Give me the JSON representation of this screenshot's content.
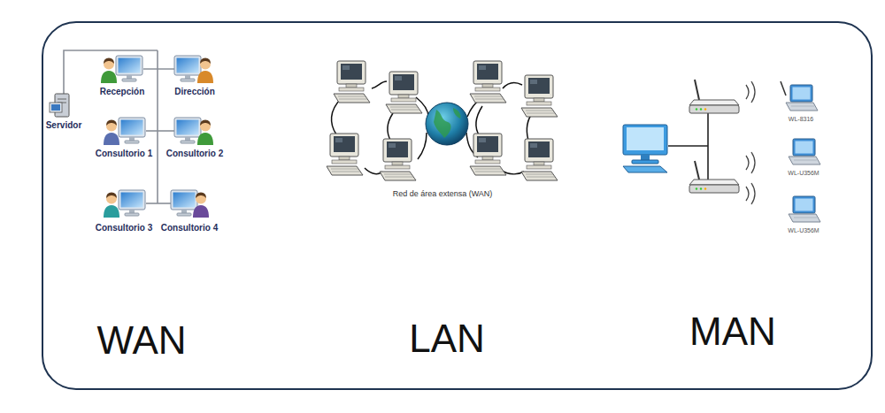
{
  "diagram": {
    "labels": [
      "Servidor",
      "Recepción",
      "Dirección",
      "Consultorio 1",
      "Consultorio 2",
      "Consultorio 3",
      "Consultorio 4",
      "Red de área extensa (WAN)",
      "WL-8316",
      "WL-U356M",
      "WL-U356M",
      "WAN",
      "LAN",
      "MAN"
    ]
  }
}
